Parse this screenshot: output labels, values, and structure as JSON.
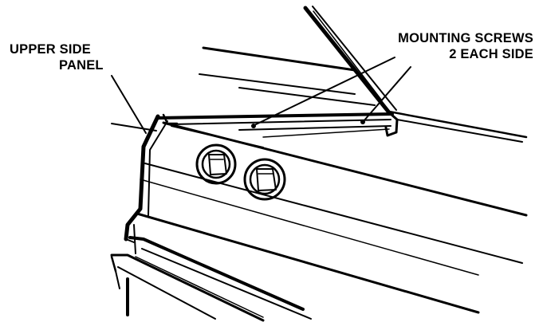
{
  "labels": {
    "upper_side_panel": [
      "UPPER SIDE",
      "PANEL"
    ],
    "mounting_screws": [
      "MOUNTING SCREWS",
      "2 EACH SIDE"
    ]
  },
  "colors": {
    "ink": "#000000",
    "paper": "#ffffff"
  }
}
